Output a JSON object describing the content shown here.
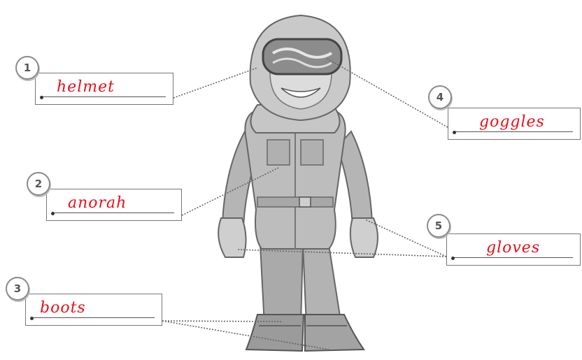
{
  "labels": [
    {
      "number": "1",
      "answer": "helmet"
    },
    {
      "number": "2",
      "answer": "anorah"
    },
    {
      "number": "3",
      "answer": "boots"
    },
    {
      "number": "4",
      "answer": "goggles"
    },
    {
      "number": "5",
      "answer": "gloves"
    }
  ],
  "colors": {
    "answer": "#e8101a",
    "figure": "#a9a9a9",
    "figure_dark": "#7d7d7d"
  }
}
